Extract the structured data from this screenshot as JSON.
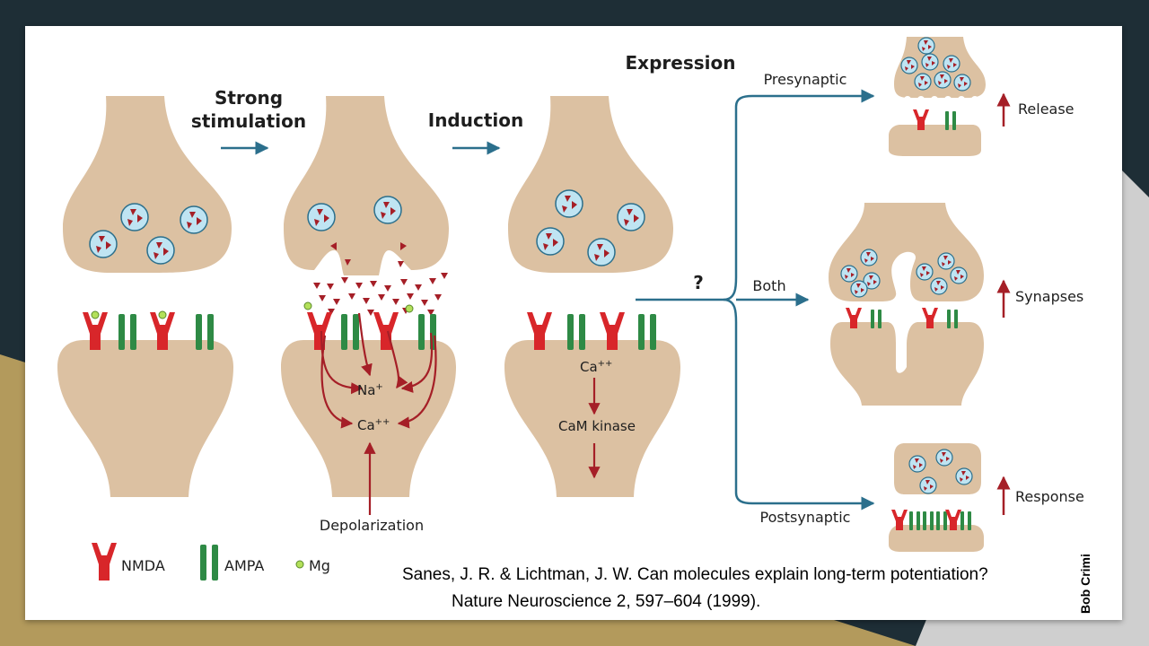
{
  "headings": {
    "strong_stimulation": [
      "Strong",
      "stimulation"
    ],
    "induction": "Induction",
    "expression": "Expression"
  },
  "branches": {
    "question": "?",
    "presynaptic": "Presynaptic",
    "both": "Both",
    "postsynaptic": "Postsynaptic"
  },
  "outcomes": {
    "release": "Release",
    "synapses": "Synapses",
    "response": "Response"
  },
  "ions": {
    "na": "Na",
    "ca": "Ca",
    "na_sup": "+",
    "ca_sup": "++"
  },
  "labels": {
    "depolarization": "Depolarization",
    "cam_kinase": "CaM kinase"
  },
  "legend": {
    "nmda": "NMDA",
    "ampa": "AMPA",
    "mg": "Mg"
  },
  "citation": {
    "line1": "Sanes, J. R. & Lichtman, J. W. Can molecules explain long-term potentiation?",
    "line2": "Nature Neuroscience 2, 597–604 (1999)."
  },
  "credit": "Bob Crimi",
  "colors": {
    "tissue": "#dcc1a2",
    "vesicle": "#bfe4f2",
    "nmda": "#d8262a",
    "ampa": "#2e8a45",
    "arrow_blue": "#2b6f8c",
    "arrow_red": "#a51f27",
    "mg": "#b3e05a"
  }
}
